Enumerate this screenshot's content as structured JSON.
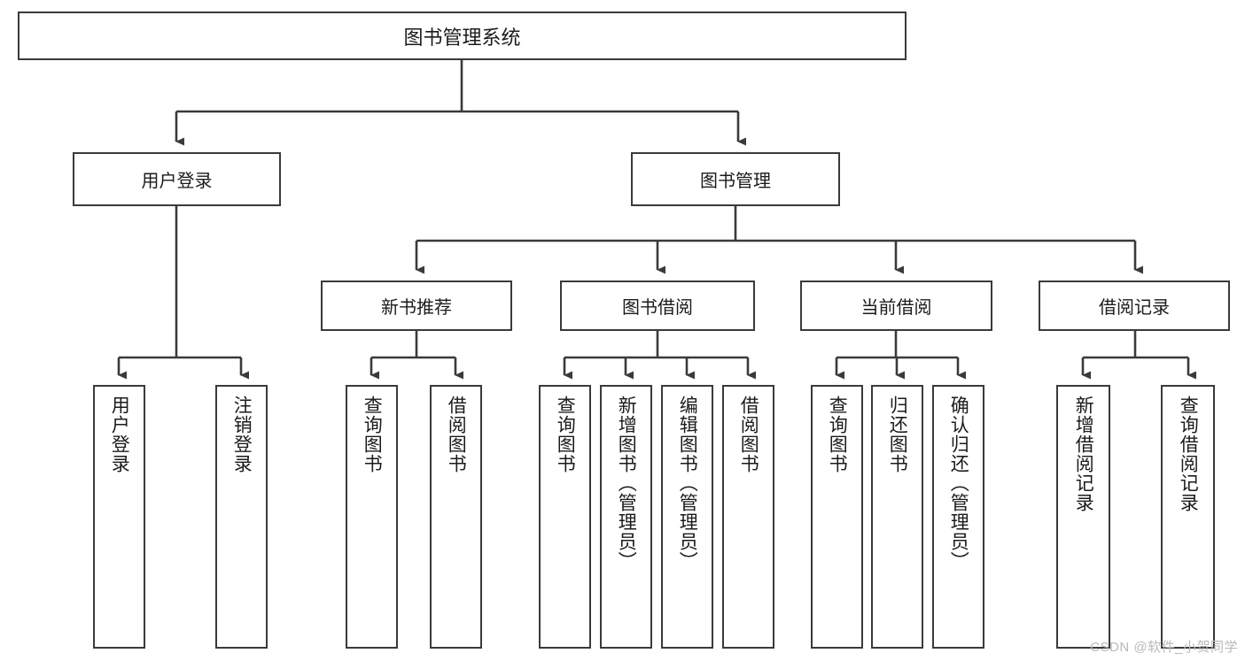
{
  "diagram": {
    "type": "tree",
    "title": "图书管理系统",
    "root": {
      "label": "图书管理系统"
    },
    "level1": [
      {
        "label": "用户登录"
      },
      {
        "label": "图书管理"
      }
    ],
    "level2": [
      {
        "label": "新书推荐"
      },
      {
        "label": "图书借阅"
      },
      {
        "label": "当前借阅"
      },
      {
        "label": "借阅记录"
      }
    ],
    "leaves": {
      "user_login": [
        {
          "label": "用户登录"
        },
        {
          "label": "注销登录"
        }
      ],
      "new_book": [
        {
          "label": "查询图书"
        },
        {
          "label": "借阅图书"
        }
      ],
      "book_borrow": [
        {
          "label": "查询图书"
        },
        {
          "label": "新增图书（管理员）"
        },
        {
          "label": "编辑图书（管理员）"
        },
        {
          "label": "借阅图书"
        }
      ],
      "current_borrow": [
        {
          "label": "查询图书"
        },
        {
          "label": "归还图书"
        },
        {
          "label": "确认归还（管理员）"
        }
      ],
      "borrow_record": [
        {
          "label": "新增借阅记录"
        },
        {
          "label": "查询借阅记录"
        }
      ]
    }
  },
  "watermark": {
    "text": "CSDN @软件_小贺同学"
  },
  "colors": {
    "border": "#3a3a3a",
    "text": "#1b1b1b",
    "background": "#ffffff",
    "wire": "#3a3a3a",
    "watermark": "#b9b9b9"
  }
}
